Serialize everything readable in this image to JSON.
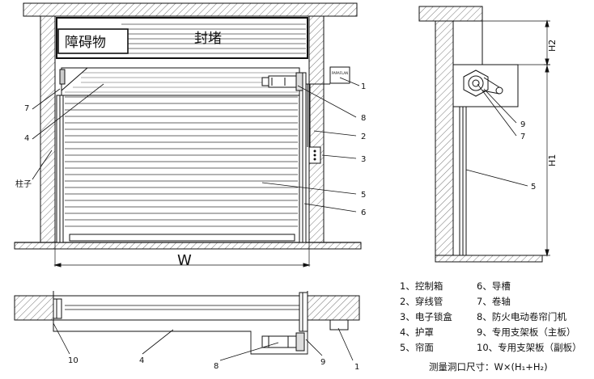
{
  "front_view": {
    "obstacle_label": "障碍物",
    "seal_label": "封堵",
    "pillar_label": "柱子",
    "width_label": "W",
    "control_box_label": "PAPAFLAN",
    "callouts": [
      "1",
      "2",
      "3",
      "4",
      "5",
      "6",
      "7",
      "8"
    ]
  },
  "side_view": {
    "h2_label": "H2",
    "h1_label": "H1",
    "callouts": [
      "9",
      "7",
      "5"
    ]
  },
  "plan_view": {
    "callouts": [
      "10",
      "4",
      "8",
      "9",
      "1"
    ]
  },
  "legend": [
    {
      "left": "1、控制箱",
      "right": "6、导槽"
    },
    {
      "left": "2、穿线管",
      "right": "7、卷轴"
    },
    {
      "left": "3、电子锁盒",
      "right": "8、防火电动卷帘门机"
    },
    {
      "left": "4、护罩",
      "right": "9、专用支架板（主板）"
    },
    {
      "left": "5、帘面",
      "right": "10、专用支架板（副板）"
    }
  ],
  "measurement_note": "测量洞口尺寸：W×(H₁+H₂)"
}
